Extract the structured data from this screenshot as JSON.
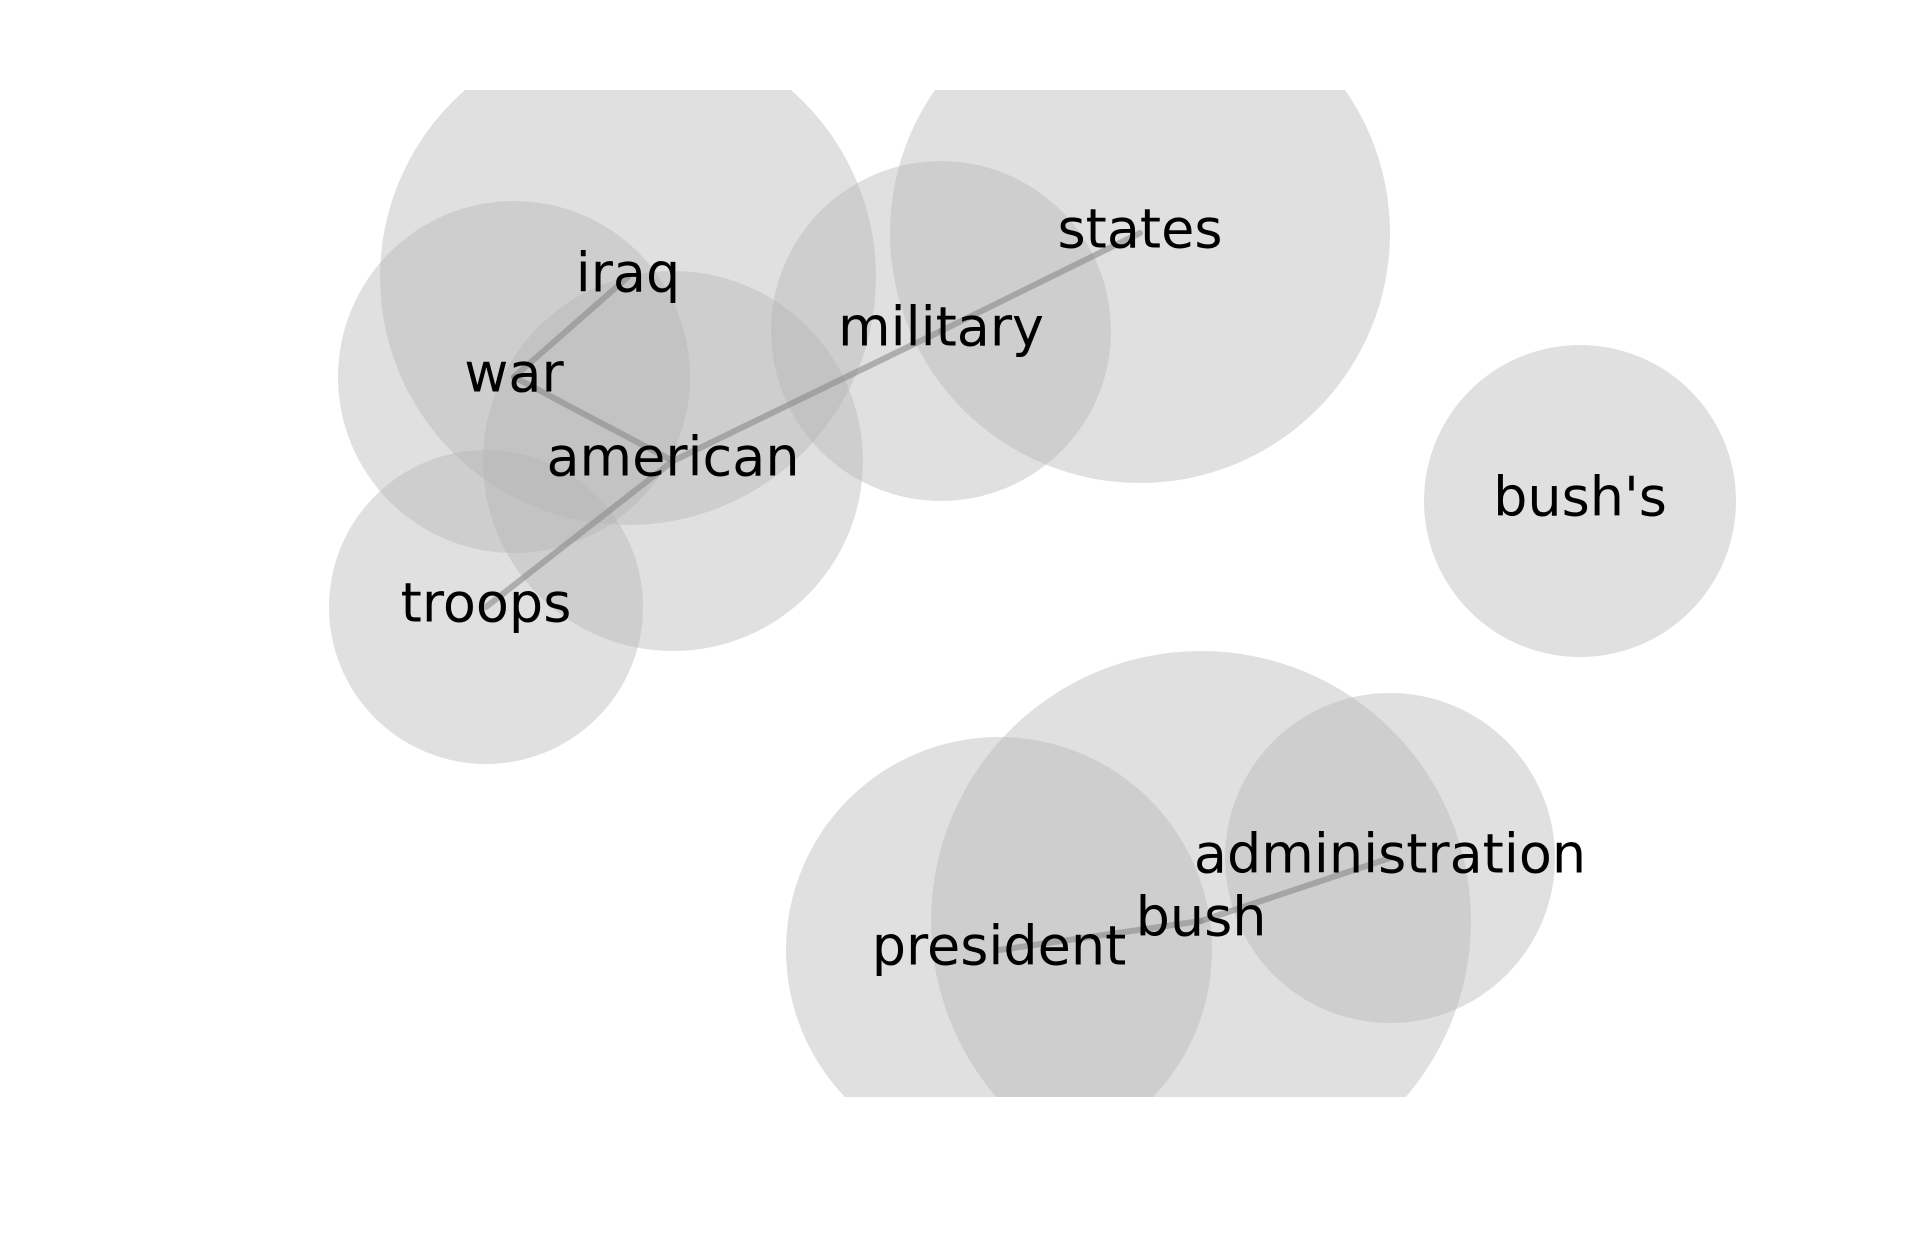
{
  "diagram": {
    "type": "word-cooccurrence-network",
    "colors": {
      "circle": "#b4b4b4",
      "edge": "#8a8a8a",
      "label": "#000000",
      "background": "#ffffff"
    },
    "nodes": [
      {
        "id": "iraq",
        "label": "iraq"
      },
      {
        "id": "states",
        "label": "states"
      },
      {
        "id": "war",
        "label": "war"
      },
      {
        "id": "american",
        "label": "american"
      },
      {
        "id": "military",
        "label": "military"
      },
      {
        "id": "troops",
        "label": "troops"
      },
      {
        "id": "bush_s",
        "label": "bush's"
      },
      {
        "id": "bush",
        "label": "bush"
      },
      {
        "id": "president",
        "label": "president"
      },
      {
        "id": "administration",
        "label": "administration"
      }
    ],
    "edges": [
      {
        "source": "iraq",
        "target": "war"
      },
      {
        "source": "war",
        "target": "american"
      },
      {
        "source": "american",
        "target": "troops"
      },
      {
        "source": "american",
        "target": "military"
      },
      {
        "source": "military",
        "target": "states"
      },
      {
        "source": "president",
        "target": "bush"
      },
      {
        "source": "bush",
        "target": "administration"
      }
    ]
  }
}
